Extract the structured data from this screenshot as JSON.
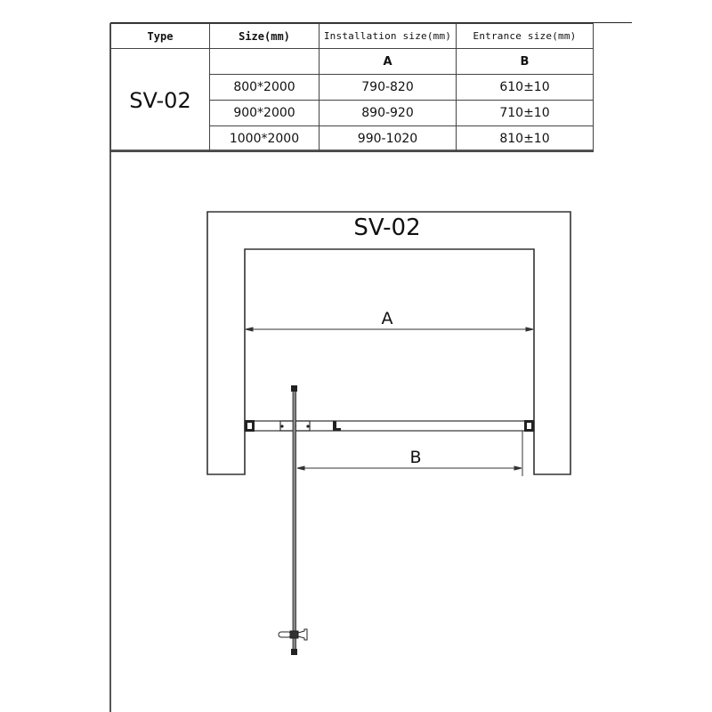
{
  "table": {
    "headers": {
      "type": "Type",
      "size": "Size(mm)",
      "installation": "Installation size(mm)",
      "entrance": "Entrance size(mm)"
    },
    "type_value": "SV-02",
    "subheaders": {
      "size": "",
      "installation": "A",
      "entrance": "B"
    },
    "rows": [
      {
        "size": "800*2000",
        "installation": "790-820",
        "entrance": "610±10"
      },
      {
        "size": "900*2000",
        "installation": "890-920",
        "entrance": "710±10"
      },
      {
        "size": "1000*2000",
        "installation": "990-1020",
        "entrance": "810±10"
      }
    ]
  },
  "drawing": {
    "title": "SV-02",
    "dimension_a_label": "A",
    "dimension_b_label": "B",
    "line_color": "#333333"
  }
}
